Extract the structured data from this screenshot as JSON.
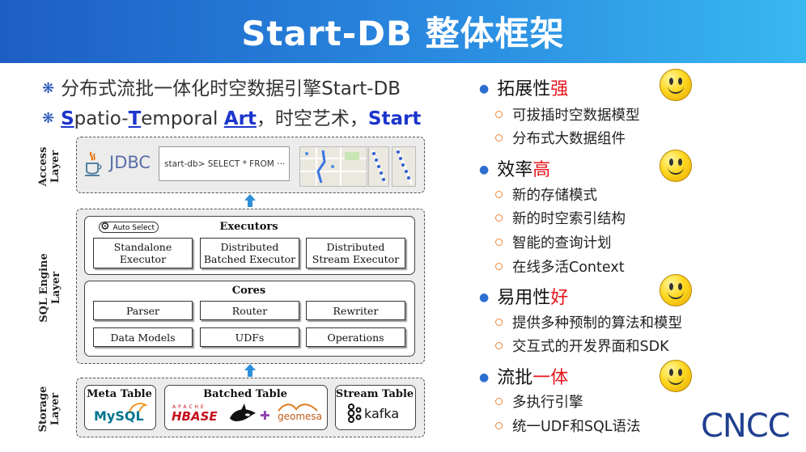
{
  "title": "Start-DB 整体框架",
  "lead": {
    "line1": "分布式流批一体化时空数据引擎Start-DB",
    "line2": {
      "s": "S",
      "patio": "patio-",
      "t": "T",
      "emporal": "emporal ",
      "art": "Art",
      "rest": "，时空艺术，",
      "start": "Start"
    }
  },
  "diagram": {
    "access_label": "Access\nLayer",
    "sql_label": "SQL Engine\nLayer",
    "storage_label": "Storage\nLayer",
    "jdbc": "JDBC",
    "console": "start-db> SELECT * FROM ···",
    "executors_title": "Executors",
    "auto_select": "Auto Select",
    "executors": [
      "Standalone\nExecutor",
      "Distributed\nBatched Executor",
      "Distributed\nStream Executor"
    ],
    "cores_title": "Cores",
    "cores_row1": [
      "Parser",
      "Router",
      "Rewriter"
    ],
    "cores_row2": [
      "Data Models",
      "UDFs",
      "Operations"
    ],
    "meta_table": "Meta Table",
    "batched_table": "Batched Table",
    "stream_table": "Stream Table",
    "mysql": "MySQL",
    "apache": "APACHE",
    "hbase": "HBASE",
    "geomesa": "geomesa",
    "kafka": "kafka"
  },
  "features": [
    {
      "head": "拓展性",
      "accent": "强",
      "items": [
        "可拔插时空数据模型",
        "分布式大数据组件"
      ]
    },
    {
      "head": "效率",
      "accent": "高",
      "items": [
        "新的存储模式",
        "新的时空索引结构",
        "智能的查询计划",
        "在线多活Context"
      ]
    },
    {
      "head": "易用性",
      "accent": "好",
      "items": [
        "提供多种预制的算法和模型",
        "交互式的开发界面和SDK"
      ]
    },
    {
      "head": "流批",
      "accent": "一体",
      "items": [
        "多执行引擎",
        "统一UDF和SQL语法"
      ]
    }
  ],
  "logo": "CNCC",
  "colors": {
    "accent_red": "#e8141c",
    "link_blue": "#1b35cc",
    "banner_start": "#1d5ec4",
    "banner_end": "#39b8f0"
  }
}
